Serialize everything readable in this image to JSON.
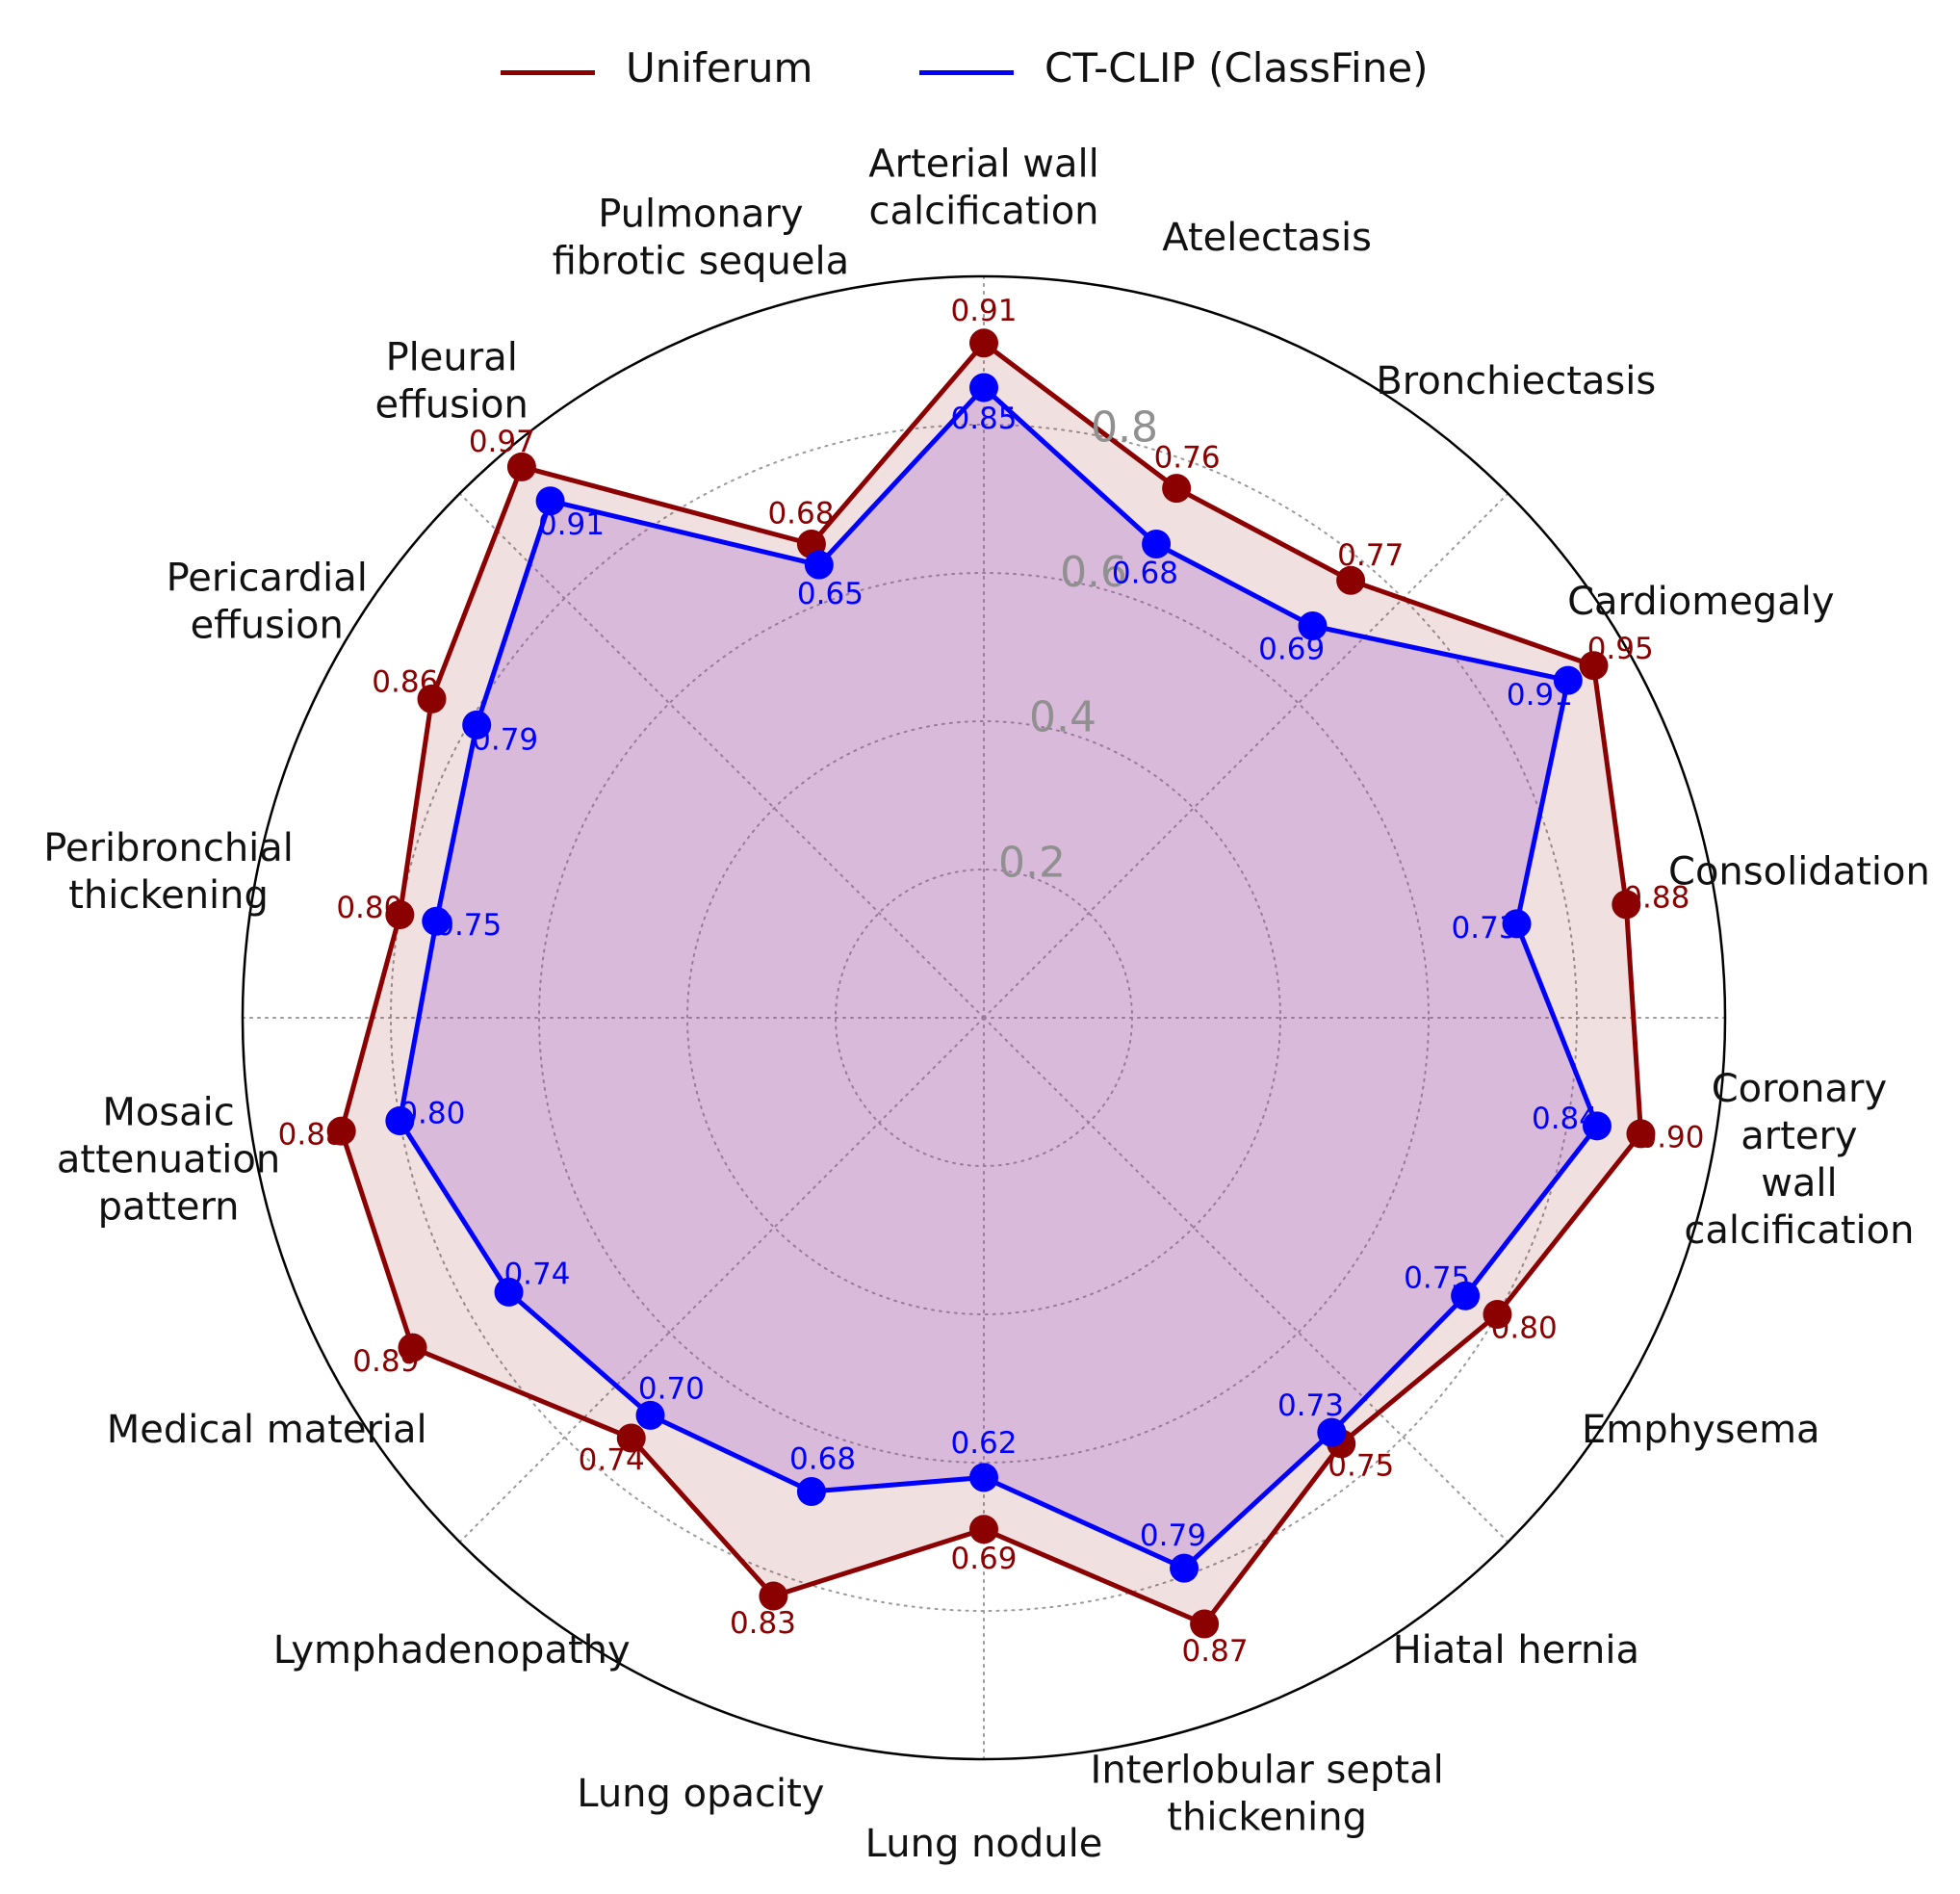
{
  "chart_data": {
    "type": "radar",
    "categories": [
      [
        "Arterial wall",
        "calcification"
      ],
      [
        "Atelectasis"
      ],
      [
        "Bronchiectasis"
      ],
      [
        "Cardiomegaly"
      ],
      [
        "Consolidation"
      ],
      [
        "Coronary",
        "artery",
        "wall",
        "calcification"
      ],
      [
        "Emphysema"
      ],
      [
        "Hiatal hernia"
      ],
      [
        "Interlobular septal",
        "thickening"
      ],
      [
        "Lung nodule"
      ],
      [
        "Lung opacity"
      ],
      [
        "Lymphadenopathy"
      ],
      [
        "Medical material"
      ],
      [
        "Mosaic",
        "attenuation",
        "pattern"
      ],
      [
        "Peribronchial",
        "thickening"
      ],
      [
        "Pericardial",
        "effusion"
      ],
      [
        "Pleural",
        "effusion"
      ],
      [
        "Pulmonary",
        "fibrotic sequela"
      ]
    ],
    "series": [
      {
        "name": "Uniferum",
        "color": "#8b0000",
        "values": [
          0.91,
          0.76,
          0.77,
          0.95,
          0.88,
          0.9,
          0.8,
          0.75,
          0.87,
          0.69,
          0.83,
          0.74,
          0.89,
          0.88,
          0.8,
          0.86,
          0.97,
          0.68
        ],
        "labels": [
          "0.91",
          "0.76",
          "0.77",
          "0.95",
          "0.88",
          "0.90",
          "0.80",
          "0.75",
          "0.87",
          "0.69",
          "0.83",
          "0.74",
          "0.89",
          "0.88",
          "0.80",
          "0.86",
          "0.97",
          "0.68"
        ]
      },
      {
        "name": "CT-CLIP (ClassFine)",
        "color": "#0000ff",
        "values": [
          0.85,
          0.68,
          0.69,
          0.91,
          0.73,
          0.84,
          0.75,
          0.73,
          0.79,
          0.62,
          0.68,
          0.7,
          0.74,
          0.8,
          0.75,
          0.79,
          0.91,
          0.65
        ],
        "labels": [
          "0.85",
          "0.68",
          "0.69",
          "0.91",
          "0.73",
          "0.84",
          "0.75",
          "0.73",
          "0.79",
          "0.62",
          "0.68",
          "0.70",
          "0.74",
          "0.80",
          "0.75",
          "0.79",
          "0.91",
          "0.65"
        ]
      }
    ],
    "rlim": [
      0,
      1
    ],
    "rticks": [
      0.2,
      0.4,
      0.6,
      0.8
    ],
    "rtick_labels": [
      "0.2",
      "0.4",
      "0.6",
      "0.8"
    ],
    "grid": true,
    "legend_position": "top-center",
    "colors": {
      "uniferum_fill": "#8b0000",
      "ctclip_fill": "#9b59d0",
      "grid": "#9a9a9a",
      "tick_label": "#909090"
    }
  }
}
